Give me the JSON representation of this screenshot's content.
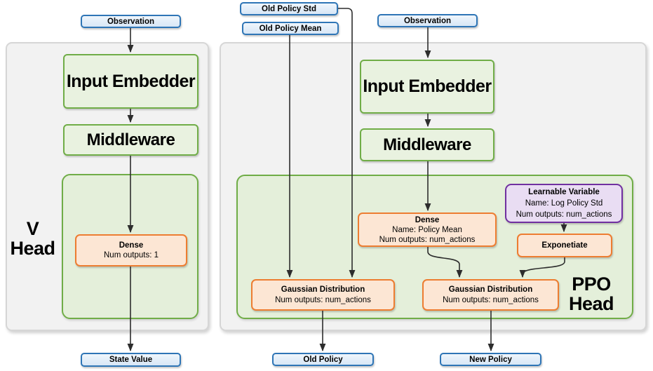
{
  "colors": {
    "blue_border": "#2e75b6",
    "blue_fill": "#dbe9f7",
    "green_border": "#70ad47",
    "green_box_fill": "#e9f2e0",
    "green_container_fill": "#e4efda",
    "orange_border": "#ed7d31",
    "orange_fill": "#fce6d4",
    "purple_border": "#7030a0",
    "purple_fill": "#e9ddf3",
    "panel_fill": "#f2f2f2",
    "panel_border": "#d6d6d6",
    "wire": "#2d2d2d"
  },
  "v_head": {
    "panel_label_line1": "V",
    "panel_label_line2": "Head",
    "observation_label": "Observation",
    "input_embedder_label": "Input Embedder",
    "middleware_label": "Middleware",
    "dense": {
      "title": "Dense",
      "num_outputs": "Num outputs: 1"
    },
    "output_label": "State Value"
  },
  "ppo_head": {
    "panel_label_line1": "PPO",
    "panel_label_line2": "Head",
    "old_policy_std_label": "Old Policy Std",
    "old_policy_mean_label": "Old Policy Mean",
    "observation_label": "Observation",
    "input_embedder_label": "Input Embedder",
    "middleware_label": "Middleware",
    "dense": {
      "title": "Dense",
      "name": "Name: Policy Mean",
      "num_outputs": "Num outputs: num_actions"
    },
    "learnable_variable": {
      "title": "Learnable Variable",
      "name": "Name: Log Policy Std",
      "num_outputs": "Num outputs: num_actions"
    },
    "exponetiate_label": "Exponetiate",
    "gaussian_old": {
      "title": "Gaussian Distribution",
      "num_outputs": "Num outputs: num_actions"
    },
    "gaussian_new": {
      "title": "Gaussian Distribution",
      "num_outputs": "Num outputs: num_actions"
    },
    "old_policy_output_label": "Old Policy",
    "new_policy_output_label": "New Policy"
  }
}
